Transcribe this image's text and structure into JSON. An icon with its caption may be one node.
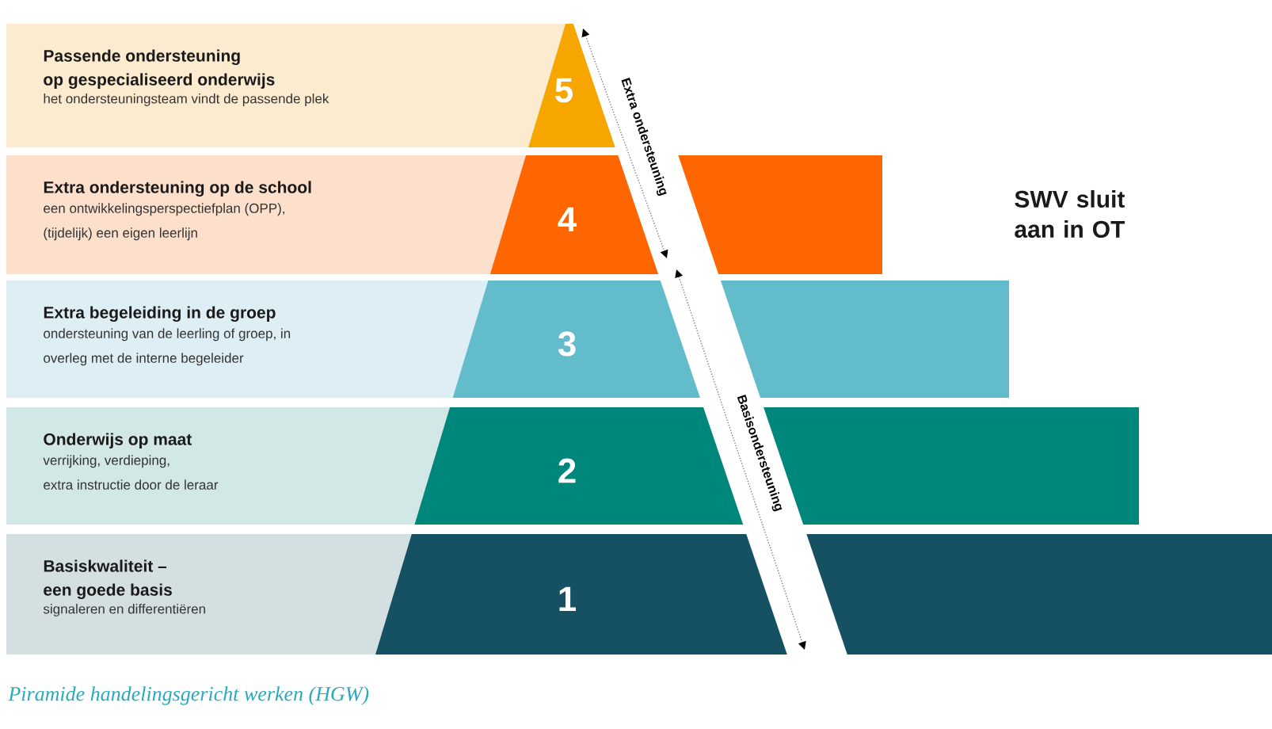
{
  "diagram": {
    "caption": "Piramide handelingsgericht werken (HGW)",
    "nodes": [
      {
        "text": [
          "Passende ondersteuning op gespecialiseerd onderwijs",
          "het ondersteuningsteam vindt de passende plek"
        ]
      },
      {
        "text": [
          "5"
        ]
      },
      {
        "text": [
          "Extra ondersteuning op de school",
          "een ontwikkelingsperspectiefplan (OPP), (tijdelijk) een eigen leerlijn"
        ]
      },
      {
        "text": [
          "4"
        ]
      },
      {
        "text": [
          "Extra begeleiding in de groep",
          "ondersteuning van de leerling of groep, in overleg met de interne begeleider"
        ]
      },
      {
        "text": [
          "3"
        ]
      },
      {
        "text": [
          "Onderwijs op maat",
          "verrijking, verdieping, extra instructie door de leraar"
        ]
      },
      {
        "text": [
          "2"
        ]
      },
      {
        "text": [
          "Basiskwaliteit – een goede basis",
          "signaleren en differentiëren"
        ]
      },
      {
        "text": [
          "1"
        ]
      }
    ],
    "labels": [
      "Extra ondersteuning",
      "Basisondersteuning",
      "SWV sluit aan in OT"
    ]
  }
}
